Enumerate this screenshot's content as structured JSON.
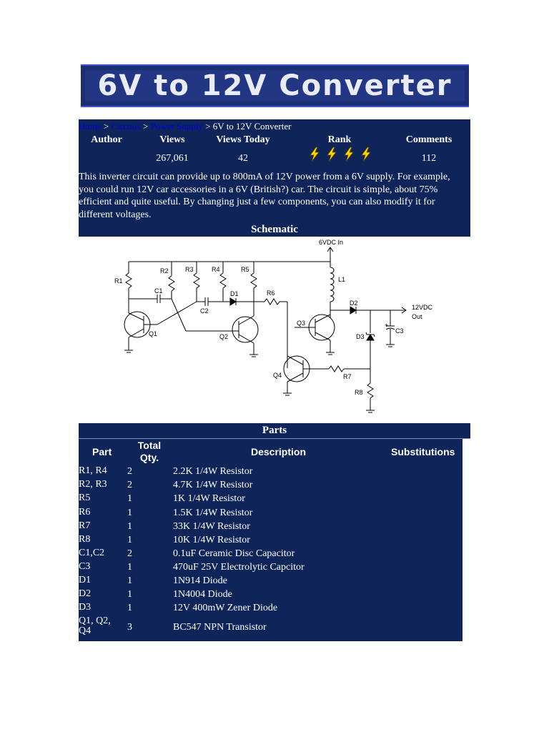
{
  "banner": {
    "title": "6V to 12V Converter"
  },
  "breadcrumb": {
    "home": "Home",
    "sep1": ">",
    "circuits": "Circuits",
    "sep2": ">",
    "power_supply": "Power Supply",
    "sep3": ">",
    "current": "6V to 12V Converter"
  },
  "stats": {
    "headers": [
      "Author",
      "Views",
      "Views Today",
      "Rank",
      "Comments"
    ],
    "author": "",
    "views": "267,061",
    "views_today": "42",
    "rank": 4,
    "comments": "112"
  },
  "intro": "This inverter circuit can provide up to 800mA of 12V power from a 6V supply. For example, you could run 12V car accessories in a 6V (British?) car. The circuit is simple, about 75% efficient and quite useful. By changing just a few components, you can also modify it for different voltages.",
  "schematic": {
    "title": "Schematic",
    "labels": {
      "vin": "6VDC In",
      "vout": "12VDC",
      "out": "Out",
      "R1": "R1",
      "R2": "R2",
      "R3": "R3",
      "R4": "R4",
      "R5": "R5",
      "R6": "R6",
      "R7": "R7",
      "R8": "R8",
      "C1": "C1",
      "C2": "C2",
      "C3": "C3",
      "D1": "D1",
      "D2": "D2",
      "D3": "D3",
      "L1": "L1",
      "Q1": "Q1",
      "Q2": "Q2",
      "Q3": "Q3",
      "Q4": "Q4"
    }
  },
  "parts": {
    "title": "Parts",
    "headers": {
      "part": "Part",
      "qty_line1": "Total",
      "qty_line2": "Qty.",
      "description": "Description",
      "substitutions": "Substitutions"
    },
    "rows": [
      {
        "part": "R1, R4",
        "qty": "2",
        "desc": "2.2K 1/4W Resistor"
      },
      {
        "part": "R2, R3",
        "qty": "2",
        "desc": "4.7K 1/4W Resistor"
      },
      {
        "part": "R5",
        "qty": "1",
        "desc": "1K 1/4W Resistor"
      },
      {
        "part": "R6",
        "qty": "1",
        "desc": "1.5K 1/4W Resistor"
      },
      {
        "part": "R7",
        "qty": "1",
        "desc": "33K 1/4W Resistor"
      },
      {
        "part": "R8",
        "qty": "1",
        "desc": "10K 1/4W Resistor"
      },
      {
        "part": "C1,C2",
        "qty": "2",
        "desc": "0.1uF Ceramic Disc Capacitor"
      },
      {
        "part": "C3",
        "qty": "1",
        "desc": "470uF 25V Electrolytic Capcitor"
      },
      {
        "part": "D1",
        "qty": "1",
        "desc": "1N914 Diode"
      },
      {
        "part": "D2",
        "qty": "1",
        "desc": "1N4004 Diode"
      },
      {
        "part": "D3",
        "qty": "1",
        "desc": "12V 400mW Zener Diode"
      },
      {
        "part": "Q1, Q2, Q4",
        "qty": "3",
        "desc": "BC547 NPN Transistor"
      }
    ]
  },
  "colors": {
    "panel": "#0f2458",
    "banner": "#233683",
    "link": "#0000ee",
    "bolt": "#ffd400"
  }
}
